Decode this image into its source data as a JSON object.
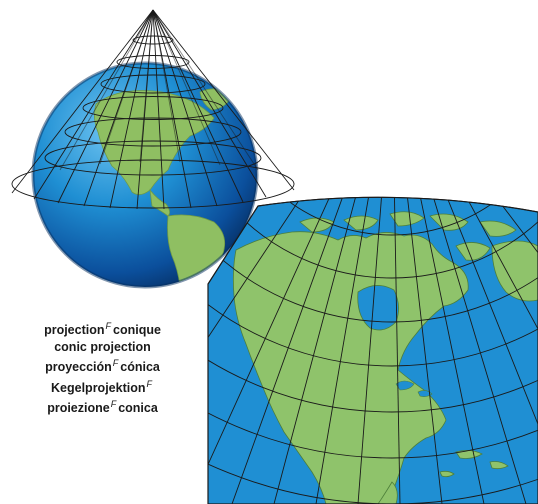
{
  "illustration": {
    "colors": {
      "ocean": "#1f8fd3",
      "land": "#8fc36b",
      "grid": "#1a1a1a",
      "background": "#ffffff"
    }
  },
  "terms": [
    {
      "text": "projection",
      "gender": "F",
      "rest": "conique"
    },
    {
      "text": "conic projection",
      "gender": "",
      "rest": ""
    },
    {
      "text": "proyección",
      "gender": "F",
      "rest": "cónica"
    },
    {
      "text": "Kegelprojektion",
      "gender": "F",
      "rest": ""
    },
    {
      "text": "proiezione",
      "gender": "F",
      "rest": "conica"
    }
  ]
}
